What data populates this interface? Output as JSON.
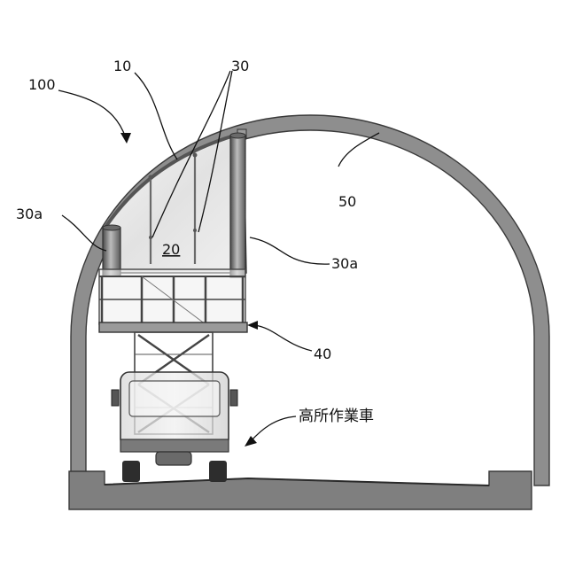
{
  "figure": {
    "labels": {
      "assembly": "100",
      "shield_member": "10",
      "inner_space": "20",
      "support_members": "30",
      "leg_left": "30a",
      "leg_right": "30a",
      "lift_platform": "40",
      "tunnel_lining": "50",
      "vehicle": "高所作業車"
    },
    "colors": {
      "lining": "#8e8e8e",
      "ground": "#7f7f7f",
      "line": "#111111",
      "shield": "#e9e9e9",
      "structure": "#5a5a5a"
    }
  }
}
